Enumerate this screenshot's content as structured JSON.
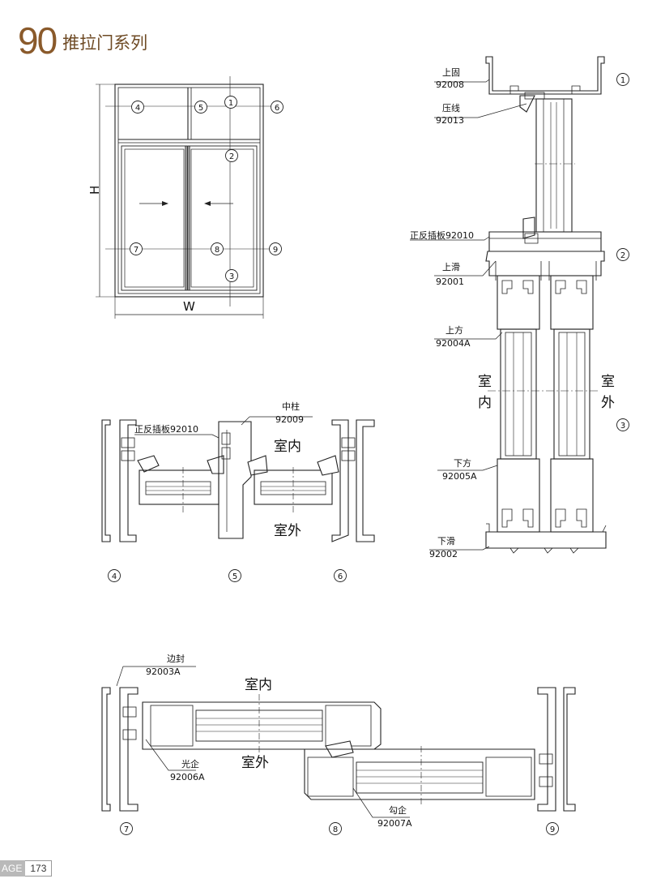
{
  "header": {
    "number": "90",
    "title": "推拉门系列"
  },
  "elevation": {
    "height_label": "H",
    "width_label": "W"
  },
  "markers": [
    "1",
    "2",
    "3",
    "4",
    "5",
    "6",
    "7",
    "8",
    "9"
  ],
  "parts": {
    "top_fixed": {
      "name": "上固",
      "code": "92008"
    },
    "glazing_bead": {
      "name": "压线",
      "code": "92013"
    },
    "insert_plate": {
      "label": "正反插板92010"
    },
    "top_slide": {
      "name": "上滑",
      "code": "92001"
    },
    "top_rail": {
      "name": "上方",
      "code": "92004A"
    },
    "bottom_rail": {
      "name": "下方",
      "code": "92005A"
    },
    "bottom_slide": {
      "name": "下滑",
      "code": "92002"
    },
    "mullion": {
      "name": "中柱",
      "code": "92009"
    },
    "side_seal": {
      "name": "边封",
      "code": "92003A"
    },
    "plain_stile": {
      "name": "光企",
      "code": "92006A"
    },
    "hook_stile": {
      "name": "勾企",
      "code": "92007A"
    }
  },
  "sides": {
    "indoor": "室内",
    "outdoor": "室外",
    "indoor_v1": "室",
    "indoor_v2": "内",
    "outdoor_v1": "室",
    "outdoor_v2": "外"
  },
  "footer": {
    "page_prefix": "AGE",
    "page_number": "173"
  }
}
